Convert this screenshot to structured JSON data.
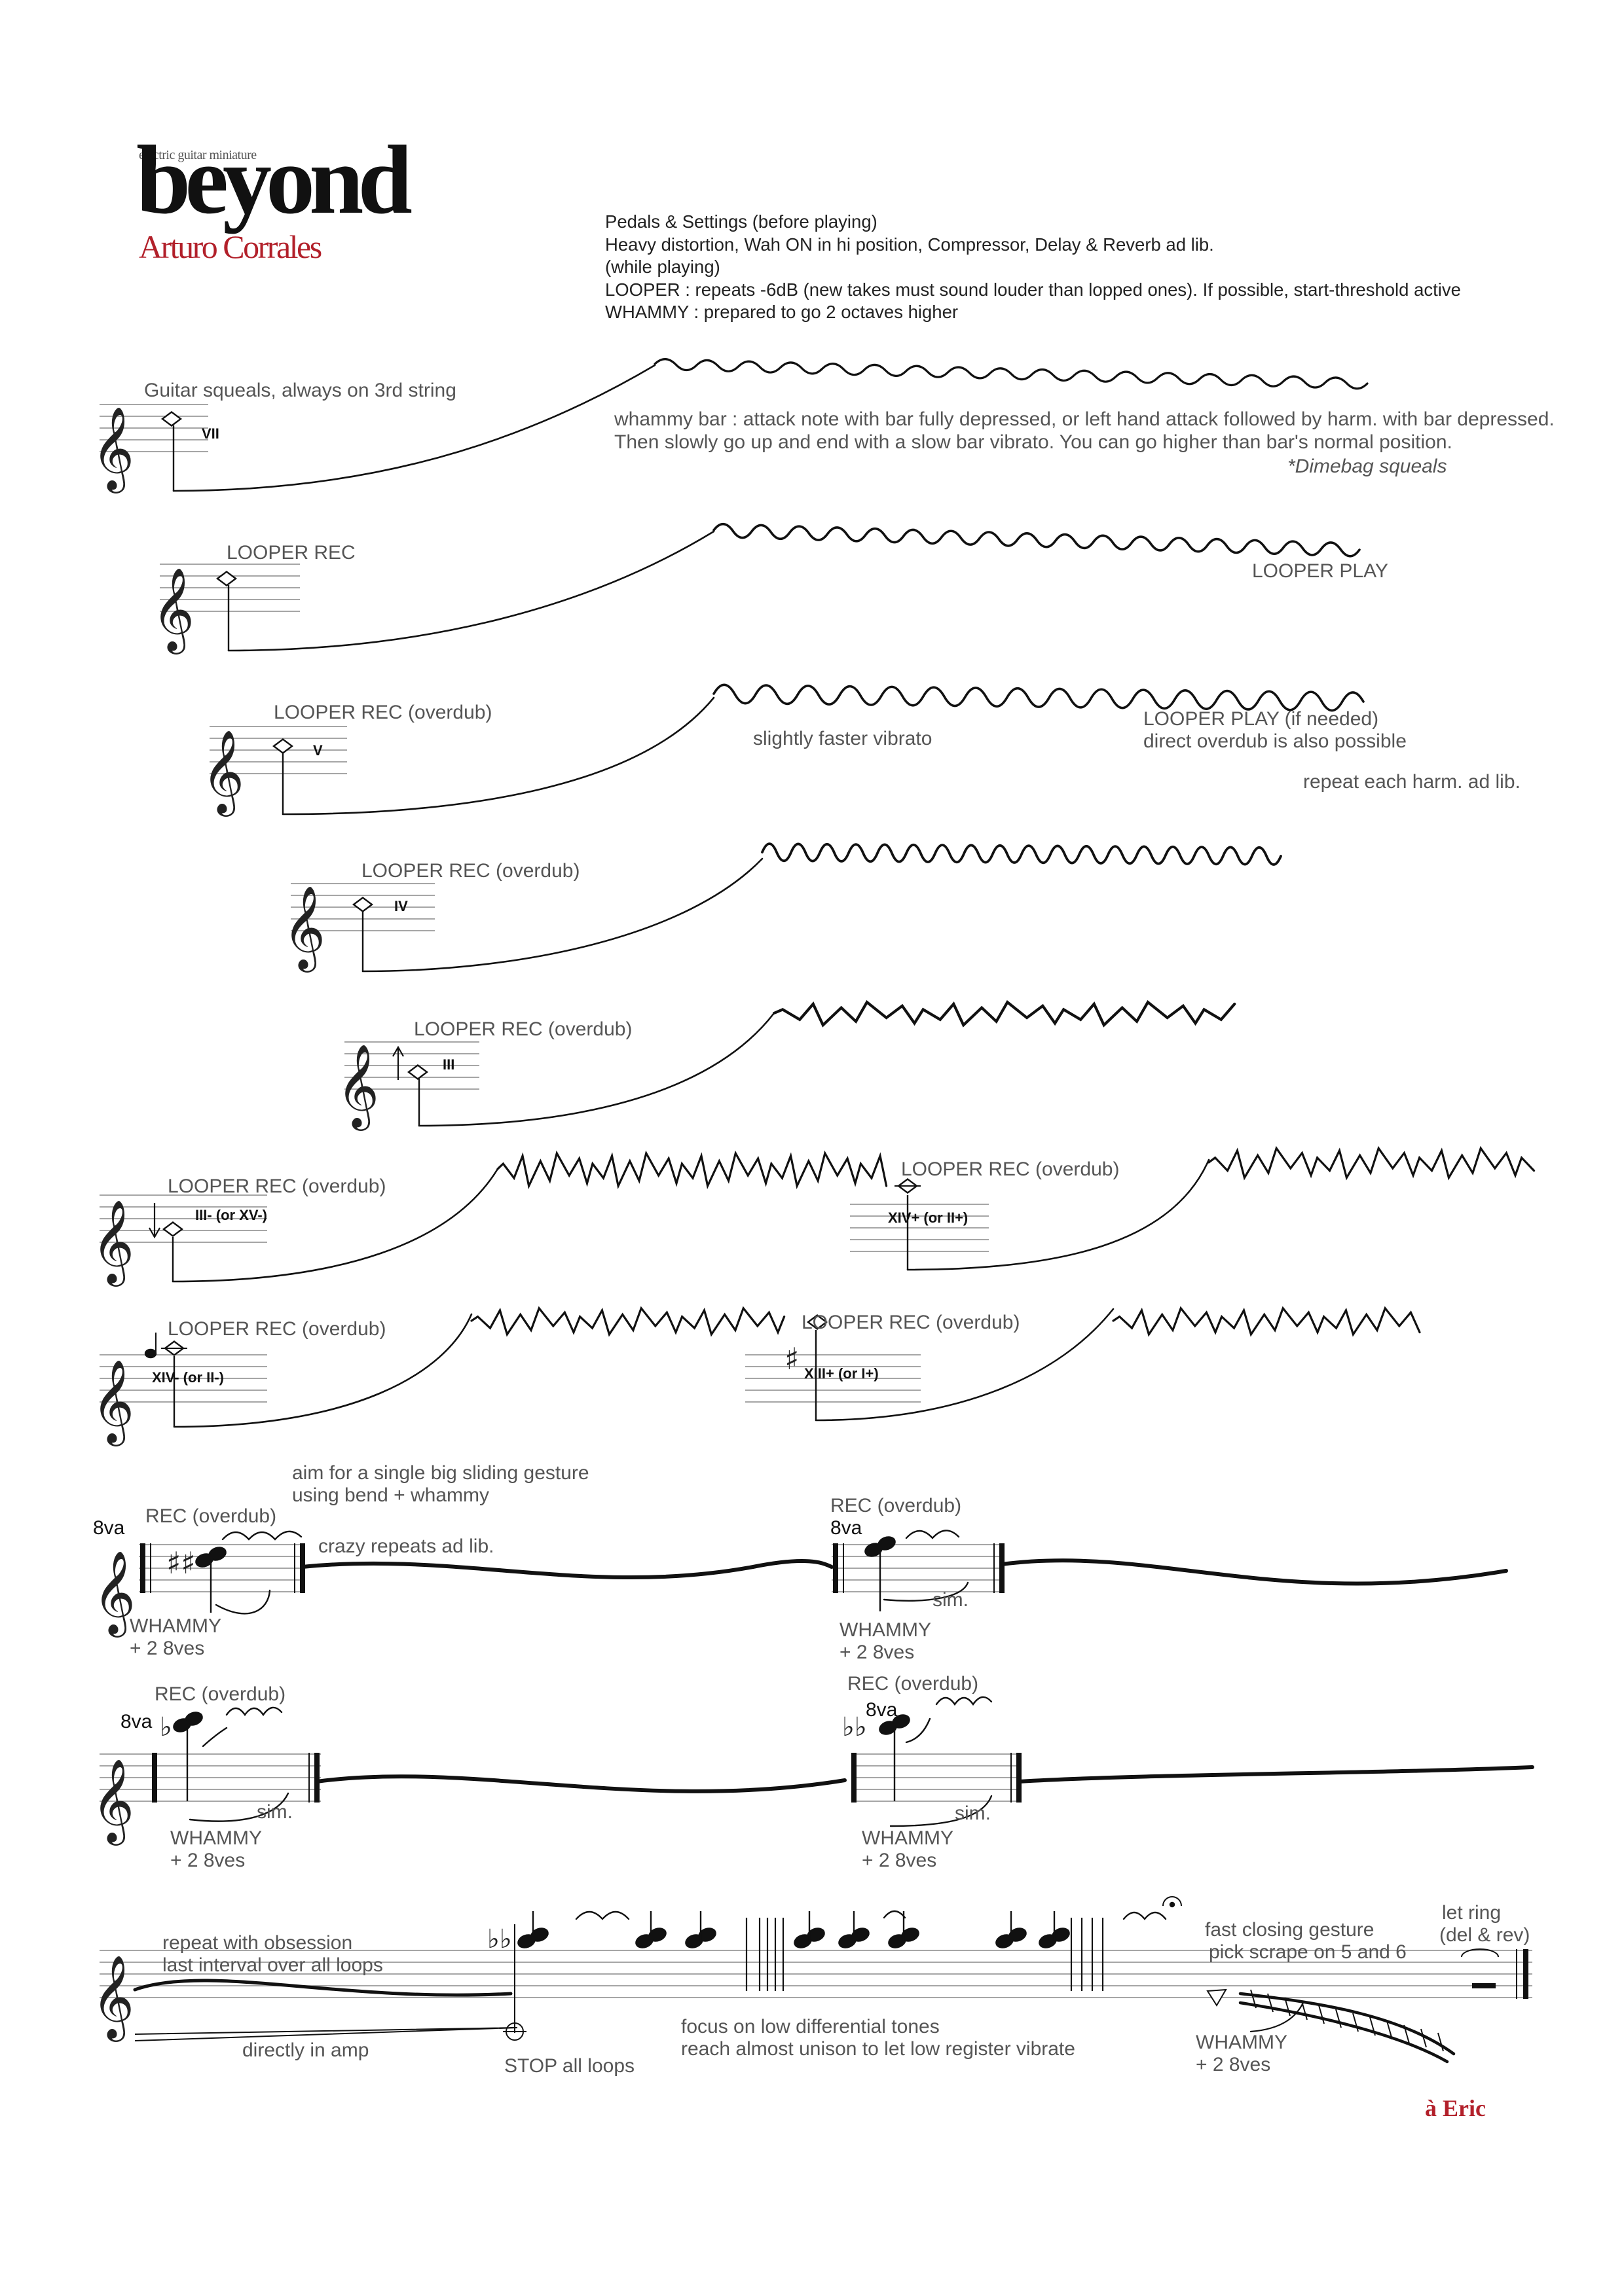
{
  "header": {
    "subtitle": "electric guitar miniature",
    "title": "beyond",
    "composer": "Arturo Corrales",
    "composer_color": "#b2202a"
  },
  "settings": {
    "lines": [
      "Pedals & Settings (before playing)",
      "Heavy distortion, Wah ON in hi position, Compressor, Delay & Reverb ad lib.",
      "(while playing)",
      "LOOPER : repeats -6dB (new takes must sound louder than lopped ones). If possible, start-threshold active",
      "WHAMMY : prepared to go 2 octaves higher"
    ]
  },
  "system1": {
    "label": "Guitar squeals, always on 3rd string",
    "harmonic": "VII",
    "note_line1": "whammy bar : attack note with bar fully depressed, or left hand attack followed by harm. with bar depressed.",
    "note_line2": "Then slowly go up and end with a slow bar vibrato. You can go higher than bar's normal position.",
    "footnote": "*Dimebag squeals"
  },
  "system2": {
    "label": "LOOPER REC",
    "right_label": "LOOPER PLAY"
  },
  "system3": {
    "label": "LOOPER REC (overdub)",
    "harmonic": "V",
    "mid_label": "slightly faster vibrato",
    "right_line1": "LOOPER PLAY (if needed)",
    "right_line2": "direct overdub is also possible",
    "right_line3": "repeat each harm. ad lib."
  },
  "system4": {
    "label": "LOOPER REC (overdub)",
    "harmonic": "IV"
  },
  "system5": {
    "label": "LOOPER REC (overdub)",
    "harmonic": "III"
  },
  "system6": {
    "left_label": "LOOPER REC (overdub)",
    "left_harmonic": "III- (or XV-)",
    "right_label": "LOOPER REC (overdub)",
    "right_harmonic": "XIV+ (or II+)"
  },
  "system7": {
    "left_label": "LOOPER REC (overdub)",
    "left_harmonic": "XIV- (or II-)",
    "right_label": "LOOPER REC (overdub)",
    "right_harmonic": "XIII+ (or I+)"
  },
  "system8": {
    "aim_line1": "aim for a single big sliding gesture",
    "aim_line2": "using bend + whammy",
    "left_rec": "REC (overdub)",
    "left_8va": "8va",
    "crazy": "crazy repeats ad lib.",
    "left_whammy1": "WHAMMY",
    "left_whammy2": "+ 2 8ves",
    "right_rec": "REC (overdub)",
    "right_8va": "8va",
    "right_sim": "sim.",
    "right_whammy1": "WHAMMY",
    "right_whammy2": "+ 2 8ves"
  },
  "system9": {
    "left_rec": "REC (overdub)",
    "left_8va": "8va",
    "left_sim": "sim.",
    "left_whammy1": "WHAMMY",
    "left_whammy2": "+ 2 8ves",
    "right_rec": "REC (overdub)",
    "right_8va": "8va",
    "right_sim": "sim.",
    "right_whammy1": "WHAMMY",
    "right_whammy2": "+ 2 8ves"
  },
  "system10": {
    "repeat_line1": "repeat with obsession",
    "repeat_line2": "last interval over all loops",
    "directly": "directly in amp",
    "stop": "STOP all loops",
    "focus_line1": "focus on low differential tones",
    "focus_line2": "reach almost unison to let low register vibrate",
    "closing_line1": "fast closing gesture",
    "closing_line2": "pick scrape on 5 and 6",
    "whammy1": "WHAMMY",
    "whammy2": "+ 2 8ves",
    "letring_line1": "let ring",
    "letring_line2": "(del & rev)"
  },
  "dedication": {
    "text": "à Eric",
    "color": "#b2202a"
  }
}
